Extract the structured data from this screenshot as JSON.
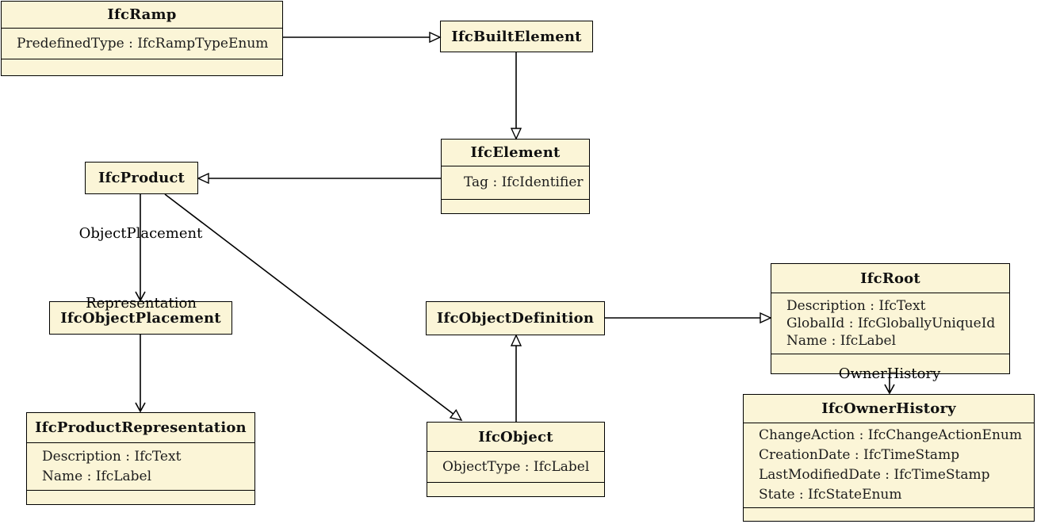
{
  "diagram_type": "UML class diagram (IFC schema: IfcRamp inheritance and associations)",
  "colors": {
    "class_fill": "#fbf5d7",
    "class_border": "#000000",
    "line": "#000000",
    "background": "#ffffff",
    "attr_text": "#1c1c1c",
    "title_text": "#111111"
  },
  "classes": [
    {
      "name": "IfcRamp",
      "attributes": [
        "PredefinedType : IfcRampTypeEnum"
      ]
    },
    {
      "name": "IfcBuiltElement",
      "attributes": []
    },
    {
      "name": "IfcElement",
      "attributes": [
        "Tag : IfcIdentifier"
      ]
    },
    {
      "name": "IfcProduct",
      "attributes": []
    },
    {
      "name": "IfcObjectPlacement",
      "attributes": []
    },
    {
      "name": "IfcProductRepresentation",
      "attributes": [
        "Description : IfcText",
        "Name : IfcLabel"
      ]
    },
    {
      "name": "IfcObjectDefinition",
      "attributes": []
    },
    {
      "name": "IfcObject",
      "attributes": [
        "ObjectType : IfcLabel"
      ]
    },
    {
      "name": "IfcRoot",
      "attributes": [
        "Description : IfcText",
        "GlobalId : IfcGloballyUniqueId",
        "Name : IfcLabel"
      ]
    },
    {
      "name": "IfcOwnerHistory",
      "attributes": [
        "ChangeAction : IfcChangeActionEnum",
        "CreationDate : IfcTimeStamp",
        "LastModifiedDate : IfcTimeStamp",
        "State : IfcStateEnum"
      ]
    }
  ],
  "edge_labels": {
    "object_placement": "ObjectPlacement",
    "representation": "Representation",
    "owner_history": "OwnerHistory"
  },
  "relationships": [
    {
      "from": "IfcRamp",
      "to": "IfcBuiltElement",
      "type": "generalization"
    },
    {
      "from": "IfcBuiltElement",
      "to": "IfcElement",
      "type": "generalization"
    },
    {
      "from": "IfcElement",
      "to": "IfcProduct",
      "type": "generalization"
    },
    {
      "from": "IfcProduct",
      "to": "IfcObjectPlacement",
      "type": "association",
      "label": "ObjectPlacement"
    },
    {
      "from": "IfcProduct",
      "to": "IfcProductRepresentation",
      "type": "association",
      "label": "Representation"
    },
    {
      "from": "IfcProduct",
      "to": "IfcObject",
      "type": "generalization"
    },
    {
      "from": "IfcObject",
      "to": "IfcObjectDefinition",
      "type": "generalization"
    },
    {
      "from": "IfcObjectDefinition",
      "to": "IfcRoot",
      "type": "generalization"
    },
    {
      "from": "IfcRoot",
      "to": "IfcOwnerHistory",
      "type": "association",
      "label": "OwnerHistory"
    }
  ]
}
